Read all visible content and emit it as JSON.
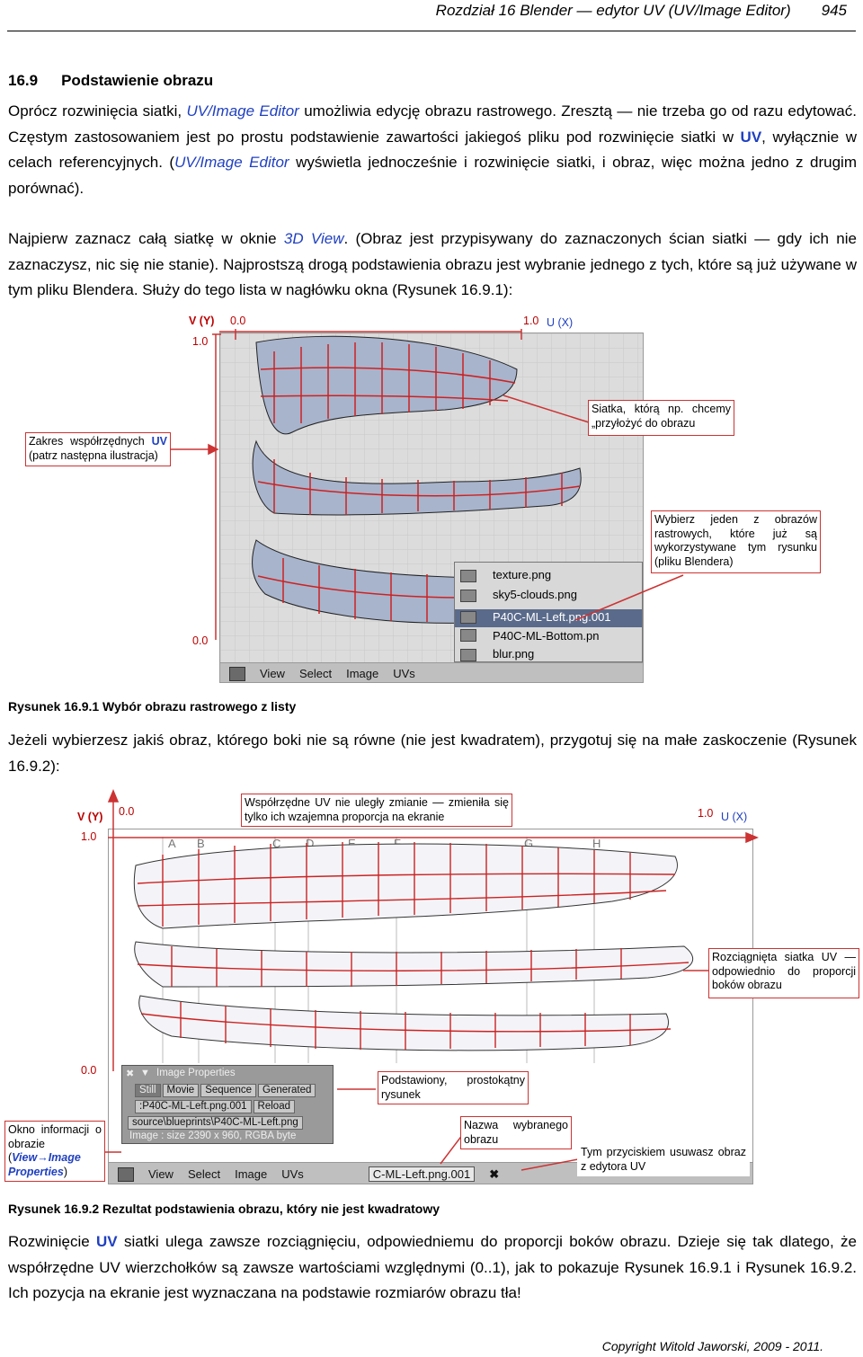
{
  "header": {
    "title": "Rozdział 16 Blender — edytor UV (UV/Image Editor)",
    "page": "945"
  },
  "section": {
    "number": "16.9",
    "title": "Podstawienie obrazu"
  },
  "para1": {
    "t1": "Oprócz rozwinięcia siatki, ",
    "b1": "UV/Image Editor",
    "t2": " umożliwia edycję obrazu rastrowego. Zresztą — nie trzeba go od razu edytować. Częstym zastosowaniem jest po prostu podstawienie zawartości jakiegoś pliku pod rozwinięcie siatki w ",
    "b2": "UV",
    "t3": ", wyłącznie w celach referencyjnych. (",
    "b3": "UV/Image Editor",
    "t4": " wyświetla jednocześnie i rozwinięcie siatki, i obraz, więc można jedno z drugim porównać)."
  },
  "para2": {
    "t1": "Najpierw zaznacz całą siatkę w oknie ",
    "b1": "3D View",
    "t2": ". (Obraz jest przypisywany do zaznaczonych ścian siatki — gdy ich nie zaznaczysz, nic się nie stanie). Najprostszą drogą podstawienia obrazu jest wybranie jednego z tych, które są już używane w tym pliku Blendera. Służy do tego lista w nagłówku okna (Rysunek 16.9.1):"
  },
  "fig1": {
    "v_label": "V (Y)",
    "u_label": "U (X)",
    "zero_top": "0.0",
    "one_top": "1.0",
    "one_left": "1.0",
    "zero_bottom": "0.0",
    "box_mesh": "Siatka, którą np. chcemy „przyłożyć do obrazu",
    "box_range_t1": "Zakres współrzędnych ",
    "box_range_b": "UV",
    "box_range_t2": " (patrz następna ilustracja)",
    "box_choose": "Wybierz jeden z obrazów rastrowych, które już są wykorzystywane tym rysunku (pliku Blendera)",
    "menu_items": [
      "texture.png",
      "sky5-clouds.png",
      "P40C-ML-Left.png.001",
      "P40C-ML-Bottom.pn",
      "blur.png"
    ],
    "toolbar": [
      "View",
      "Select",
      "Image",
      "UVs"
    ],
    "caption": "Rysunek 16.9.1 Wybór obrazu rastrowego z listy"
  },
  "para3": "Jeżeli wybierzesz jakiś obraz, którego boki nie są równe (nie jest kwadratem), przygotuj się na małe zaskoczenie (Rysunek 16.9.2):",
  "fig2": {
    "v_label": "V (Y)",
    "u_label": "U (X)",
    "zero_top": "0.0",
    "one_top": "1.0",
    "one_left": "1.0",
    "zero_bottom": "0.0",
    "box_coords": "Współrzędne UV nie uległy zmianie — zmieniła się tylko ich wzajemna proporcja na ekranie",
    "box_stretch": "Rozciągnięta siatka UV — odpowiednio do proporcji boków obrazu",
    "box_rect": "Podstawiony, prostokątny rysunek",
    "box_name": "Nazwa wybranego obrazu",
    "box_remove": "Tym przyciskiem usuwasz obraz z edytora UV",
    "box_window_t1": "Okno informacji o obrazie (",
    "box_window_b": "View→Image Properties",
    "box_window_t2": ")",
    "letters": [
      "A",
      "B",
      "C",
      "D",
      "E",
      "F",
      "G",
      "H"
    ],
    "props_title": "Image Properties",
    "props_tabs": [
      "Still",
      "Movie",
      "Sequence",
      "Generated"
    ],
    "props_field": ":P40C-ML-Left.png.001",
    "props_reload": "Reload",
    "props_path": "source\\blueprints\\P40C-ML-Left.png",
    "props_info": "Image : size 2390 x 960, RGBA byte",
    "toolbar": [
      "View",
      "Select",
      "Image",
      "UVs"
    ],
    "image_field": "C-ML-Left.png.001",
    "caption": "Rysunek 16.9.2 Rezultat podstawienia obrazu, który nie jest kwadratowy"
  },
  "para4": {
    "t1": "Rozwinięcie ",
    "b1": "UV",
    "t2": " siatki ulega zawsze rozciągnięciu, odpowiedniemu do proporcji boków obrazu. Dzieje się tak dlatego, że współrzędne UV wierzchołków są zawsze wartościami względnymi (0..1), jak to pokazuje Rysunek 16.9.1 i Rysunek 16.9.2. Ich pozycja na ekranie jest wyznaczana na podstawie rozmiarów obrazu tła!"
  },
  "footer": "Copyright Witold Jaworski, 2009 - 2011.",
  "colors": {
    "accent_blue": "#2040c0",
    "box_red": "#cc3333",
    "mesh_red": "#cc2222",
    "mesh_fill": "#a8b4cc",
    "grid_bg": "#dcdcdc"
  }
}
